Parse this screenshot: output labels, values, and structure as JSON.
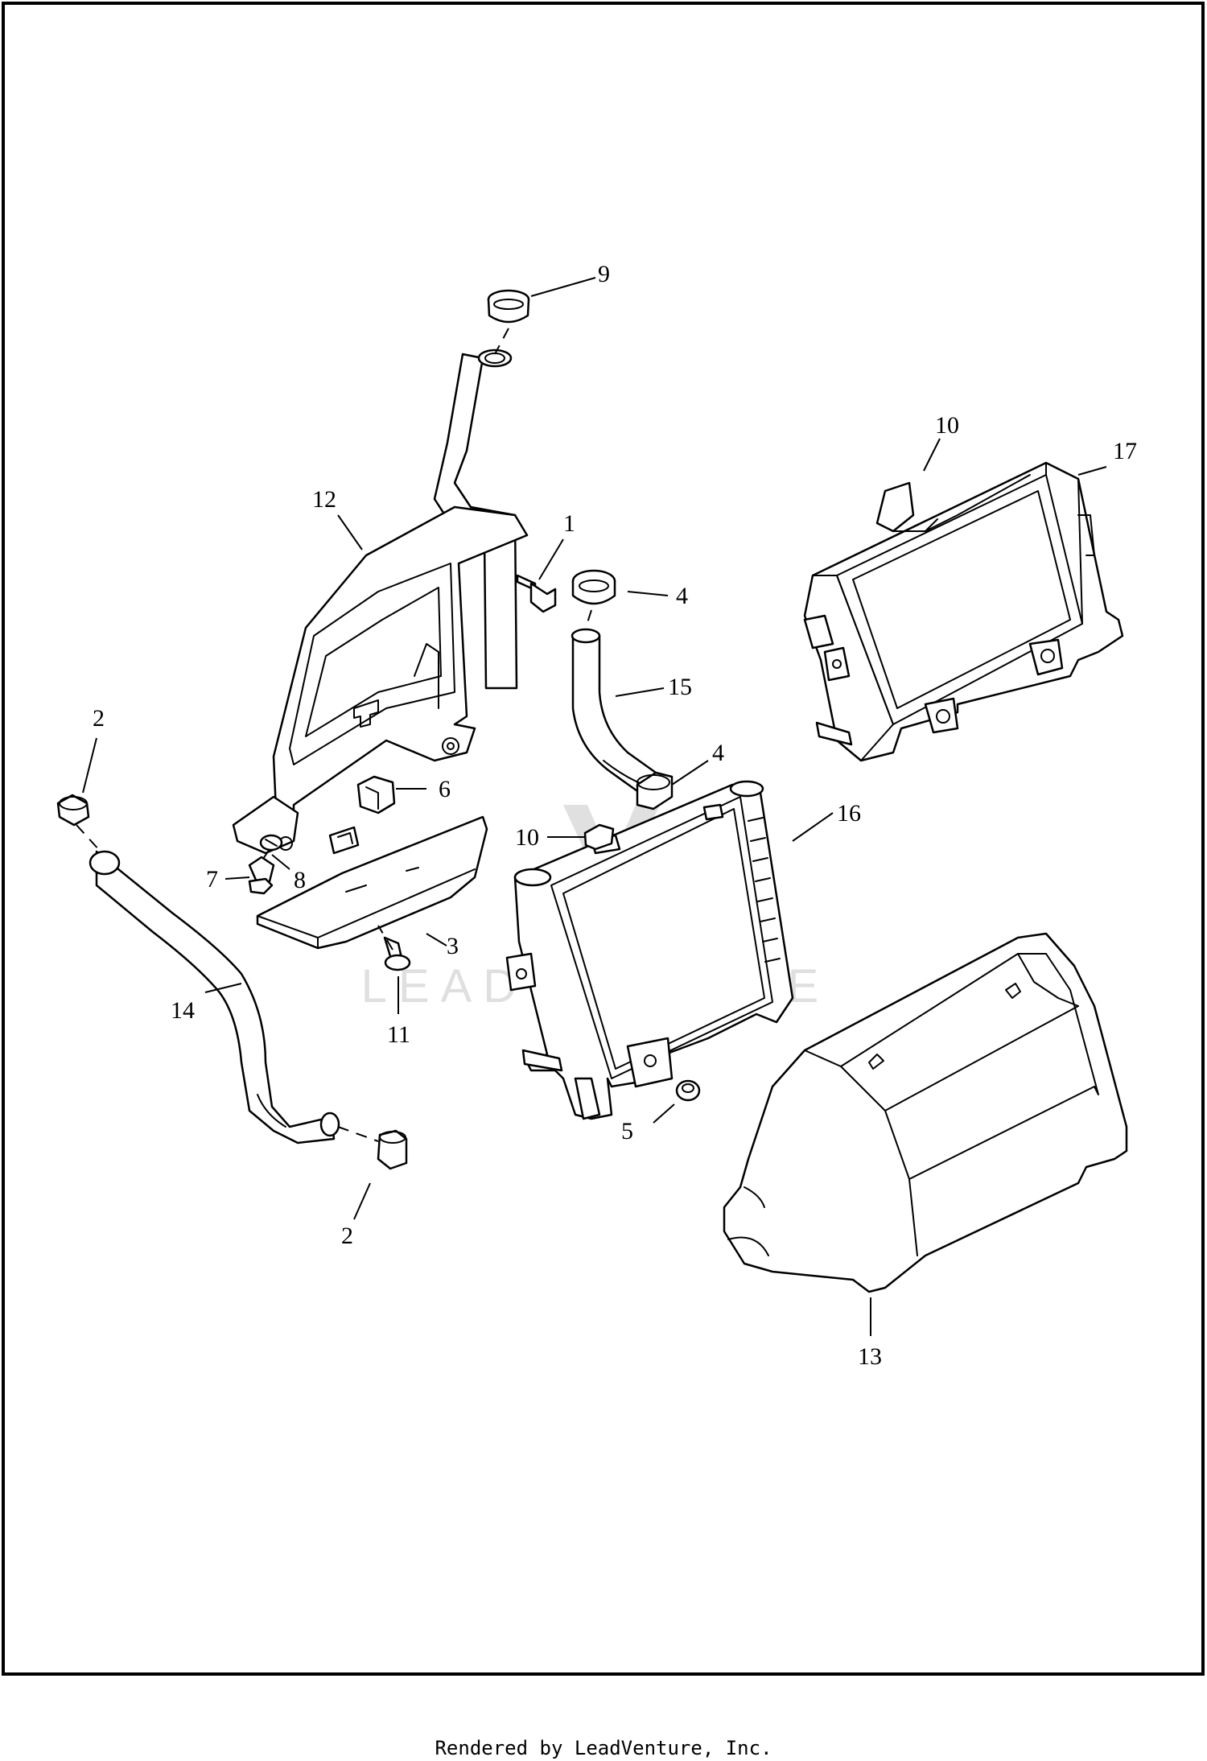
{
  "callouts": [
    {
      "id": "c9",
      "label": "9"
    },
    {
      "id": "c10a",
      "label": "10"
    },
    {
      "id": "c17",
      "label": "17"
    },
    {
      "id": "c12",
      "label": "12"
    },
    {
      "id": "c1",
      "label": "1"
    },
    {
      "id": "c4a",
      "label": "4"
    },
    {
      "id": "c15",
      "label": "15"
    },
    {
      "id": "c2a",
      "label": "2"
    },
    {
      "id": "c4b",
      "label": "4"
    },
    {
      "id": "c6",
      "label": "6"
    },
    {
      "id": "c16",
      "label": "16"
    },
    {
      "id": "c10b",
      "label": "10"
    },
    {
      "id": "c8",
      "label": "8"
    },
    {
      "id": "c7",
      "label": "7"
    },
    {
      "id": "c3",
      "label": "3"
    },
    {
      "id": "c14",
      "label": "14"
    },
    {
      "id": "c11",
      "label": "11"
    },
    {
      "id": "c5",
      "label": "5"
    },
    {
      "id": "c2b",
      "label": "2"
    },
    {
      "id": "c13",
      "label": "13"
    }
  ],
  "watermark": "LEADVENTURE",
  "footer": "Rendered by LeadVenture, Inc."
}
